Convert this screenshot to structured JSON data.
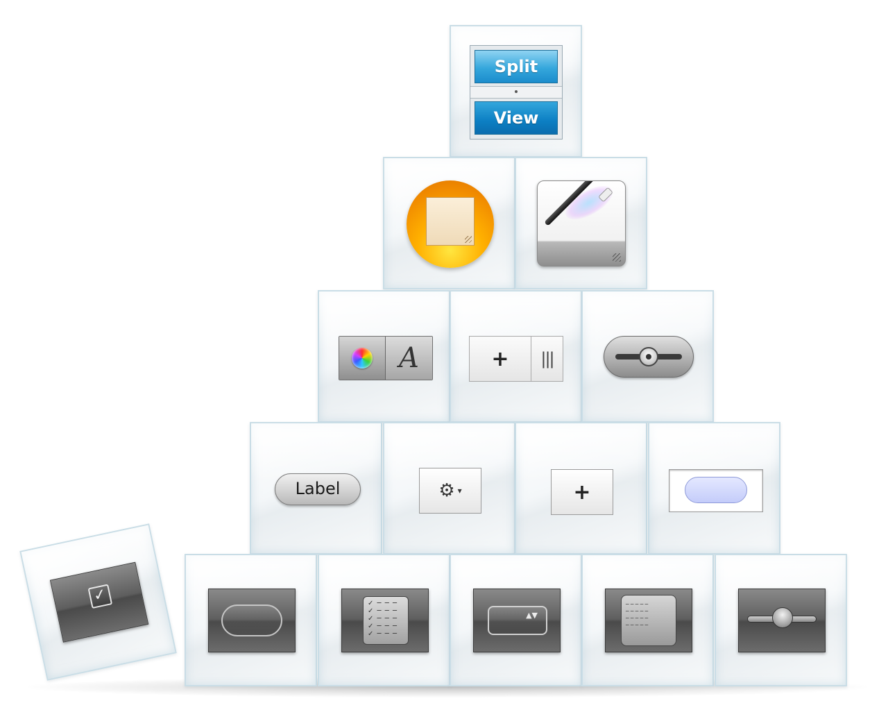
{
  "split_view": {
    "top_label": "Split",
    "bottom_label": "View"
  },
  "font_control": {
    "font_glyph": "A"
  },
  "add_columns_control": {
    "plus_glyph": "+",
    "columns_glyph": "|||"
  },
  "label_pill": {
    "text": "Label"
  },
  "gear_popup": {
    "gear_glyph": "⚙",
    "caret_glyph": "▾"
  },
  "plus_button": {
    "glyph": "+"
  },
  "popup_arrows": {
    "glyph": "▲▼"
  },
  "checkbox_tile": {
    "glyph": "✓"
  },
  "icons": [
    "split-view-icon",
    "color-well-icon",
    "magic-wand-icon",
    "color-font-control-icon",
    "add-columns-control-icon",
    "slider-knob-icon",
    "label-pill-icon",
    "gear-popup-icon",
    "plus-button-icon",
    "token-field-icon",
    "rounded-button-icon",
    "checklist-icon",
    "popup-button-icon",
    "text-view-icon",
    "slider-icon",
    "checkbox-icon"
  ],
  "colors": {
    "split_blue": "#1b8ccc",
    "orange": "#f08a00",
    "tile_border": "#c9dde6"
  }
}
